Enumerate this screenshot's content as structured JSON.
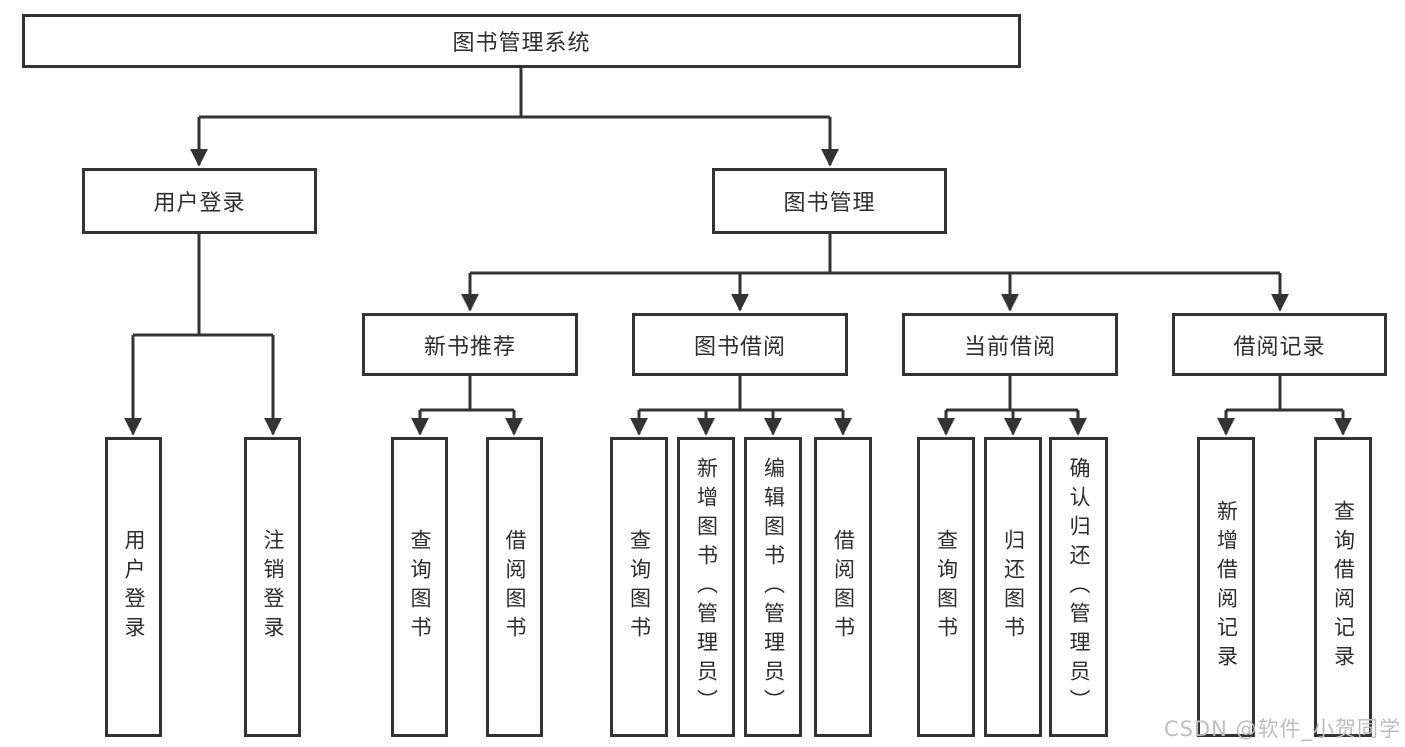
{
  "diagram_title": "图书管理系统",
  "tree": {
    "root": "图书管理系统",
    "branches": [
      {
        "label": "用户登录",
        "children": [
          "用户登录",
          "注销登录"
        ]
      },
      {
        "label": "图书管理",
        "sections": [
          {
            "label": "新书推荐",
            "children": [
              "查询图书",
              "借阅图书"
            ]
          },
          {
            "label": "图书借阅",
            "children": [
              "查询图书",
              "新增图书（管理员）",
              "编辑图书（管理员）",
              "借阅图书"
            ]
          },
          {
            "label": "当前借阅",
            "children": [
              "查询图书",
              "归还图书",
              "确认归还（管理员）"
            ]
          },
          {
            "label": "借阅记录",
            "children": [
              "新增借阅记录",
              "查询借阅记录"
            ]
          }
        ]
      }
    ]
  },
  "watermark": {
    "text": "CSDN @软件_小贺同学"
  },
  "colors": {
    "line": "#333333",
    "text": "#2d2d2d",
    "background": "#ffffff",
    "watermark": "#bdbdbd"
  }
}
